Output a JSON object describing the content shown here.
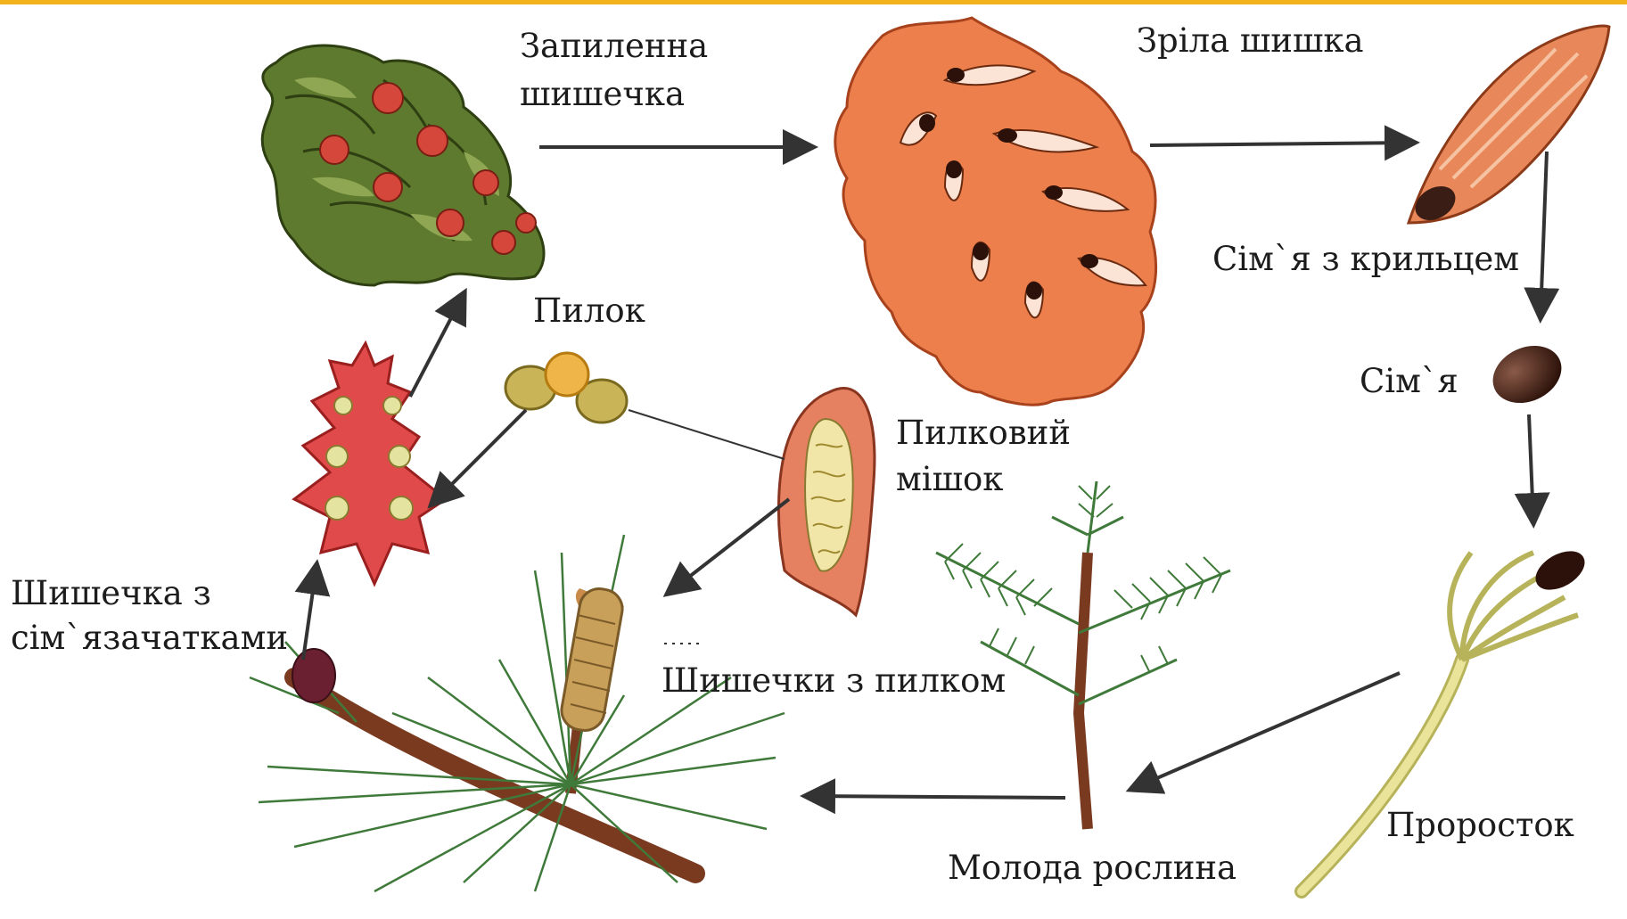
{
  "labels": {
    "pollinated_cone": [
      "Запиленна",
      "шишечка"
    ],
    "mature_cone": "Зріла шишка",
    "winged_seed": "Сім`я з крильцем",
    "seed": "Сім`я",
    "pollen": "Пилок",
    "pollen_sac": [
      "Пилковий",
      "мішок"
    ],
    "ovulate_cone": [
      "Шишечка з",
      "сім`язачатками"
    ],
    "pollen_cones": "Шишечки з пилком",
    "seedling": "Проросток",
    "young_plant": "Молода рослина"
  },
  "colors": {
    "accent_bar": "#f2b21b",
    "arrow": "#333333",
    "cone_green": "#5d7a2e",
    "mature_cone": "#ec7f4c",
    "ovulate_cone": "#e14a4a",
    "seed": "#3a1d14",
    "needles": "#3f7a3a",
    "stem": "#7a3a20"
  }
}
